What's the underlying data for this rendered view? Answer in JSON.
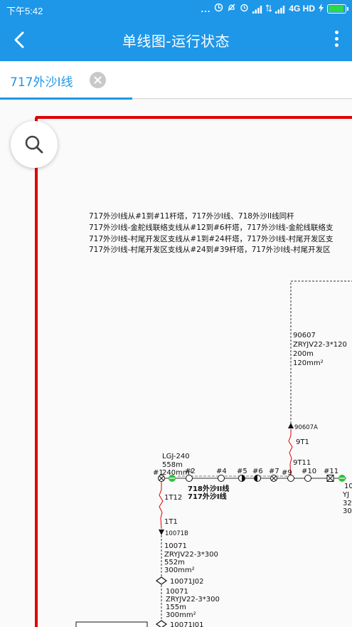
{
  "status_bar": {
    "time": "下午5:42",
    "dots": "...",
    "network": "4G HD"
  },
  "header": {
    "title": "单线图-运行状态",
    "icons": {
      "back": "back-arrow-icon",
      "menu": "more-vert-icon"
    }
  },
  "tabs": [
    {
      "label": "717外沙I线",
      "active": true
    }
  ],
  "colors": {
    "accent": "#1e97e8",
    "frame": "#e00000",
    "switch_green": "#2bc23b"
  },
  "diagram": {
    "notes": [
      "717外沙I线从#1到#11杆塔，717外沙I线、718外沙II线同杆",
      "717外沙I线-金舵线联络支线从#12到#6杆塔，717外沙I线-金舵线联络支",
      "717外沙I线-村尾开发区支线从#1到#24杆塔，717外沙I线-村尾开发区支",
      "717外沙I线-村尾开发区支线从#24到#39杆塔，717外沙I线-村尾开发区"
    ],
    "main_line_spec": [
      "LGJ-240",
      "558m",
      "240mm²"
    ],
    "poles": [
      "#1",
      "#2",
      "#4",
      "#5",
      "#6",
      "#7",
      "#9",
      "#10",
      "#11"
    ],
    "line_names": [
      "718外沙II线",
      "717外沙I线"
    ],
    "upper_branch": {
      "spec": [
        "90607",
        "ZRYJV22-3*120",
        "200m",
        "120mm²"
      ],
      "node": "90607A",
      "labels": [
        "9T1",
        "9T11"
      ]
    },
    "lower_branch": {
      "labels": [
        "1T12",
        "1T1"
      ],
      "node": "10071B",
      "spec1": [
        "10071",
        "ZRYJV22-3*300",
        "552m",
        "300mm²"
      ],
      "box1": "10071J02",
      "spec2": [
        "10071",
        "ZRYJV22-3*300",
        "155m",
        "300mm²"
      ],
      "box2": "10071J01"
    },
    "right_edge": [
      "10",
      "YJ",
      "32",
      "30"
    ]
  }
}
